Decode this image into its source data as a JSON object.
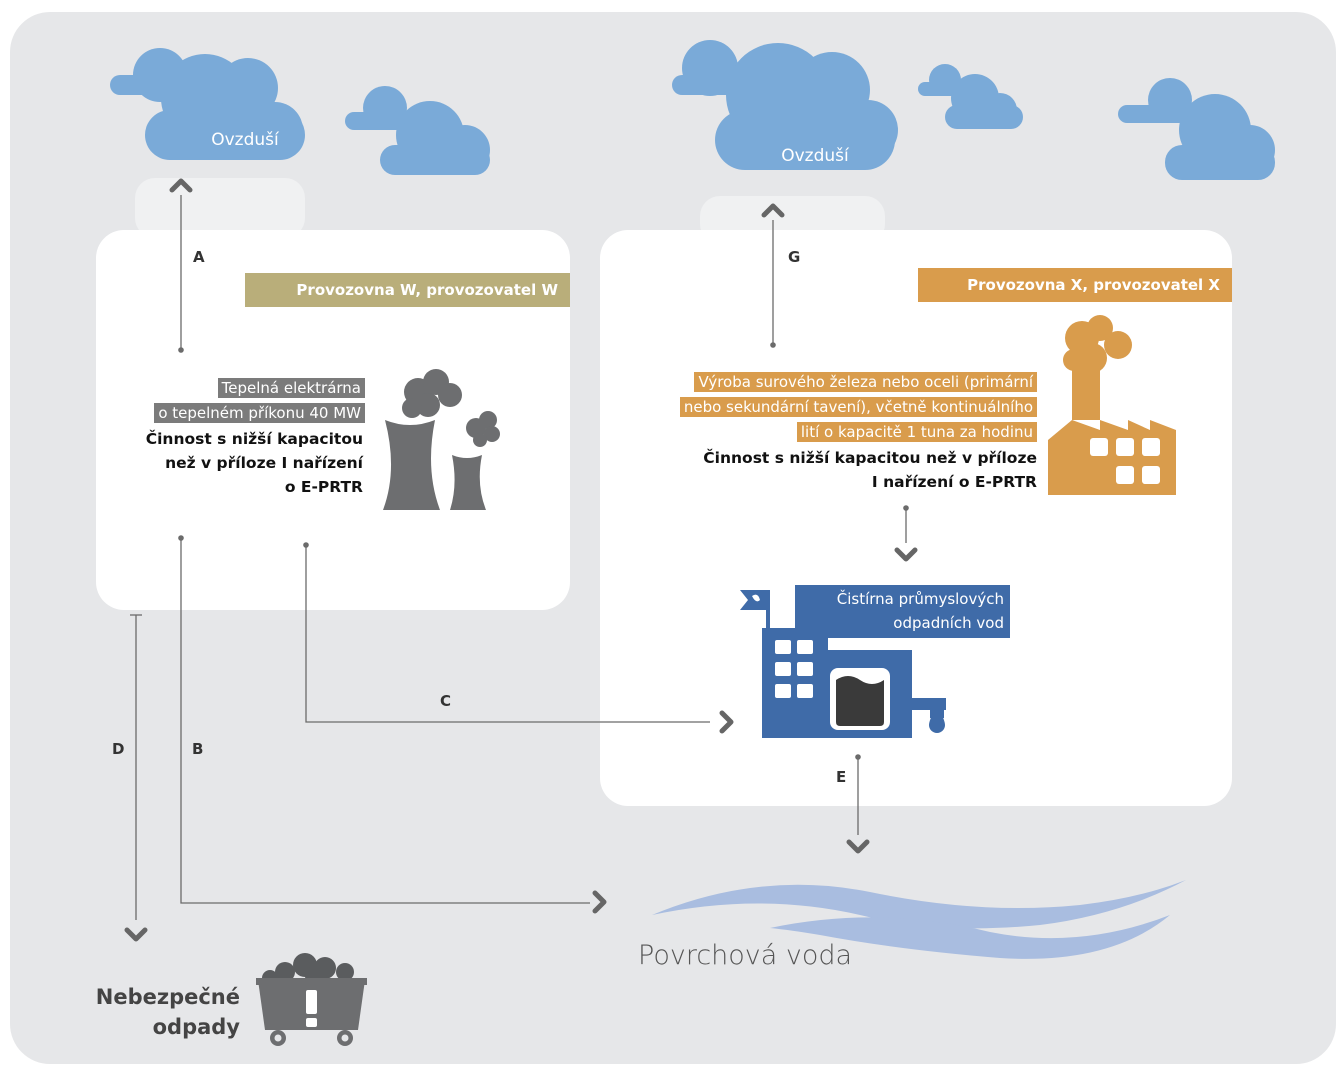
{
  "air_left": "Ovzduší",
  "air_right": "Ovzduší",
  "facility_w": {
    "title": "Provozovna W, provozovatel W",
    "activity_line1": "Tepelná elektrárna",
    "activity_line2": "o tepelném příkonu 40 MW",
    "note_line1": "Činnost s nižší kapacitou",
    "note_line2": "než v příloze I nařízení",
    "note_line3": "o E-PRTR"
  },
  "facility_x": {
    "title": "Provozovna X, provozovatel X",
    "activity_line1": "Výroba surového železa nebo oceli (primární",
    "activity_line2": "nebo sekundární tavení), včetně kontinuálního",
    "activity_line3": "lití o kapacitě 1 tuna za hodinu",
    "note_line1": "Činnost s nižší kapacitou než v příloze",
    "note_line2": "I nařízení o E-PRTR"
  },
  "treatment_plant": {
    "line1": "Čistírna průmyslových",
    "line2": "odpadních vod"
  },
  "surface_water": "Povrchová voda",
  "hazardous_waste": {
    "line1": "Nebezpečné",
    "line2": "odpady"
  },
  "flows": {
    "a": "A",
    "b": "B",
    "c": "C",
    "d": "D",
    "e": "E",
    "g": "G"
  },
  "colors": {
    "background": "#e6e7e9",
    "card": "#ffffff",
    "cloud": "#7aaad8",
    "facility_w_tag": "#b9ae7a",
    "facility_x_tag": "#d99c4c",
    "activity_w_highlight": "#7b7b7b",
    "activity_x_highlight": "#d99c4c",
    "plant": "#3f6ba8",
    "water": "#a9bde0",
    "grey_icon": "#6d6e70",
    "arrow": "#666666"
  }
}
